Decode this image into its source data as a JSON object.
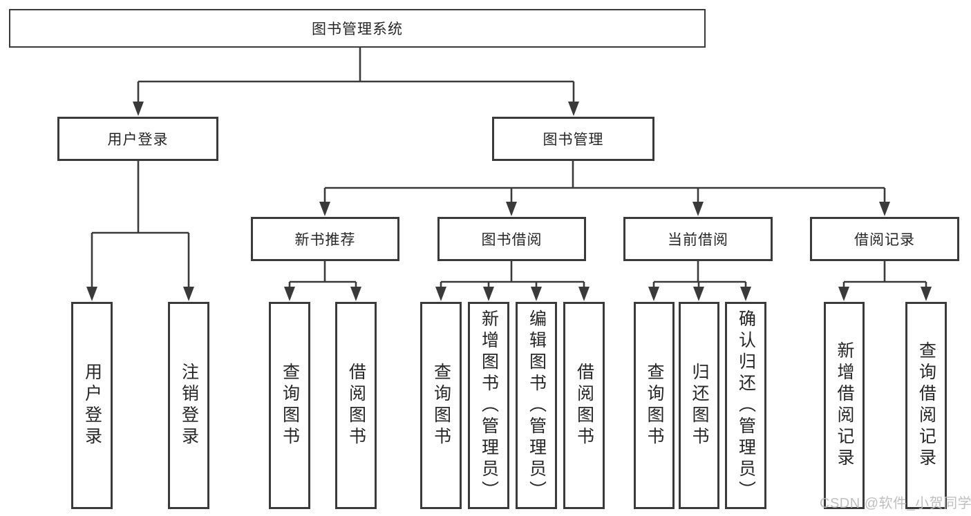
{
  "diagram": {
    "root": {
      "label": "图书管理系统"
    },
    "user_login": {
      "label": "用户登录",
      "children": [
        {
          "label": "用户登录"
        },
        {
          "label": "注销登录"
        }
      ]
    },
    "book_management": {
      "label": "图书管理",
      "sections": [
        {
          "label": "新书推荐",
          "children": [
            {
              "label": "查询图书"
            },
            {
              "label": "借阅图书"
            }
          ]
        },
        {
          "label": "图书借阅",
          "children": [
            {
              "label": "查询图书"
            },
            {
              "label": "新增图书（管理员）"
            },
            {
              "label": "编辑图书（管理员）"
            },
            {
              "label": "借阅图书"
            }
          ]
        },
        {
          "label": "当前借阅",
          "children": [
            {
              "label": "查询图书"
            },
            {
              "label": "归还图书"
            },
            {
              "label": "确认归还（管理员）"
            }
          ]
        },
        {
          "label": "借阅记录",
          "children": [
            {
              "label": "新增借阅记录"
            },
            {
              "label": "查询借阅记录"
            }
          ]
        }
      ]
    }
  },
  "watermark": {
    "text": "CSDN @软件_小贺同学"
  },
  "colors": {
    "line": "#3a3a3a",
    "text": "#262626",
    "background": "#ffffff",
    "watermark": "#c2c2c2"
  }
}
